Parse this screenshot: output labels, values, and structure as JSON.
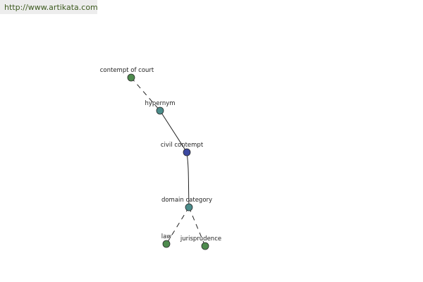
{
  "source": {
    "url": "http://www.artikata.com"
  },
  "graph": {
    "colors": {
      "leaf": "#4e8b4e",
      "relation": "#4b8c8a",
      "center": "#3c48a0"
    },
    "nodes": [
      {
        "id": "contempt-of-court",
        "label": "contempt of court",
        "kind": "leaf"
      },
      {
        "id": "hypernym",
        "label": "hypernym",
        "kind": "relation"
      },
      {
        "id": "civil-contempt",
        "label": "civil contempt",
        "kind": "center"
      },
      {
        "id": "domain-category",
        "label": "domain category",
        "kind": "relation"
      },
      {
        "id": "law",
        "label": "law",
        "kind": "leaf"
      },
      {
        "id": "jurisprudence",
        "label": "jurisprudence",
        "kind": "leaf"
      }
    ],
    "edges": [
      {
        "from": "contempt-of-court",
        "to": "hypernym",
        "style": "dashed"
      },
      {
        "from": "hypernym",
        "to": "civil-contempt",
        "style": "solid"
      },
      {
        "from": "civil-contempt",
        "to": "domain-category",
        "style": "solid"
      },
      {
        "from": "domain-category",
        "to": "law",
        "style": "dashed"
      },
      {
        "from": "domain-category",
        "to": "jurisprudence",
        "style": "dashed"
      }
    ]
  }
}
